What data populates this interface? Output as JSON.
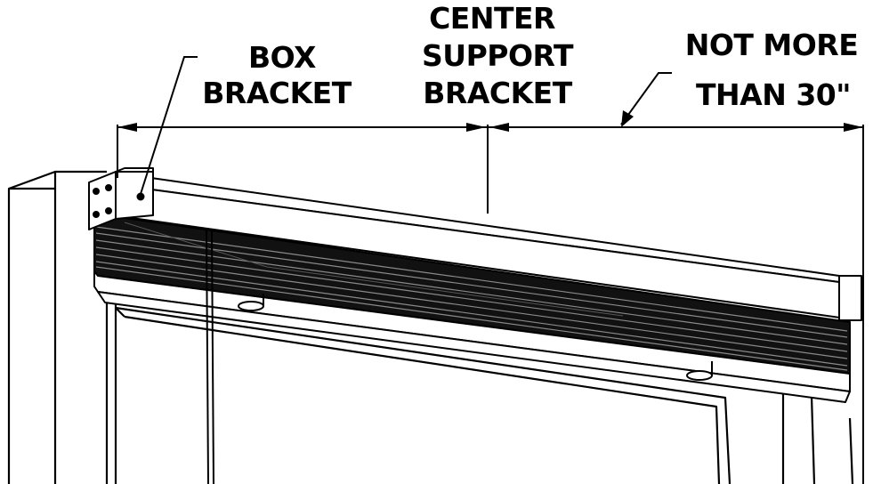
{
  "labels": {
    "box_bracket": [
      "BOX",
      "BRACKET"
    ],
    "center_support_bracket": [
      "CENTER",
      "SUPPORT",
      "BRACKET"
    ],
    "not_more_than": [
      "NOT MORE",
      "THAN 30\""
    ]
  },
  "colors": {
    "line": "#000000",
    "background": "#ffffff",
    "slat_dark": "#111111",
    "slat_light": "#8a8a8a"
  }
}
